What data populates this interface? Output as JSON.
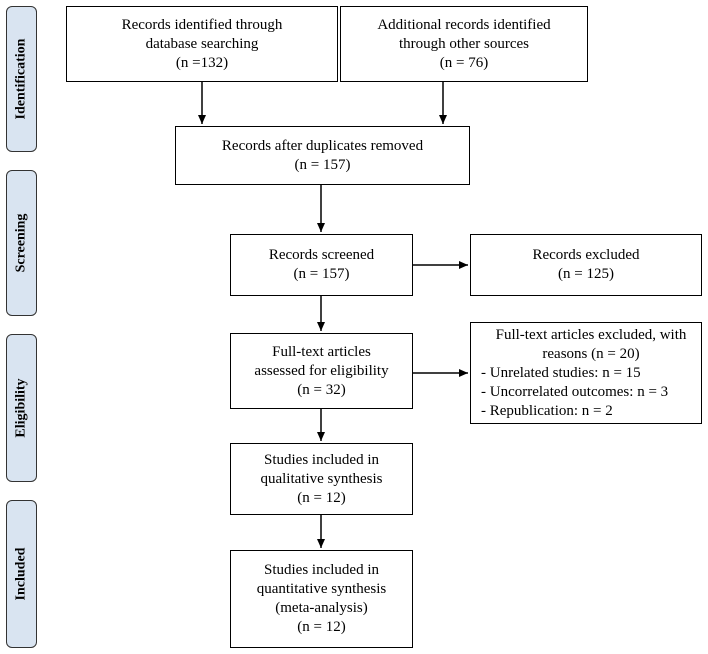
{
  "stages": {
    "identification": "Identification",
    "screening": "Screening",
    "eligibility": "Eligibility",
    "included": "Included"
  },
  "boxes": {
    "db_search": [
      "Records identified through",
      "database searching",
      "(n =132)"
    ],
    "other_sources": [
      "Additional records identified",
      "through other sources",
      "(n = 76)"
    ],
    "duplicates_removed": [
      "Records after duplicates removed",
      "(n = 157)"
    ],
    "screened": [
      "Records screened",
      "(n = 157)"
    ],
    "excluded": [
      "Records excluded",
      "(n = 125)"
    ],
    "full_text": [
      "Full-text articles",
      "assessed for eligibility",
      "(n = 32)"
    ],
    "full_text_excluded": {
      "heading": [
        "Full-text articles excluded, with",
        "reasons (n = 20)"
      ],
      "reasons": [
        "- Unrelated studies: n = 15",
        "- Uncorrelated outcomes: n = 3",
        "- Republication: n = 2"
      ]
    },
    "qualitative": [
      "Studies included in",
      "qualitative synthesis",
      "(n = 12)"
    ],
    "quantitative": [
      "Studies included in",
      "quantitative synthesis",
      "(meta-analysis)",
      "(n = 12)"
    ]
  }
}
